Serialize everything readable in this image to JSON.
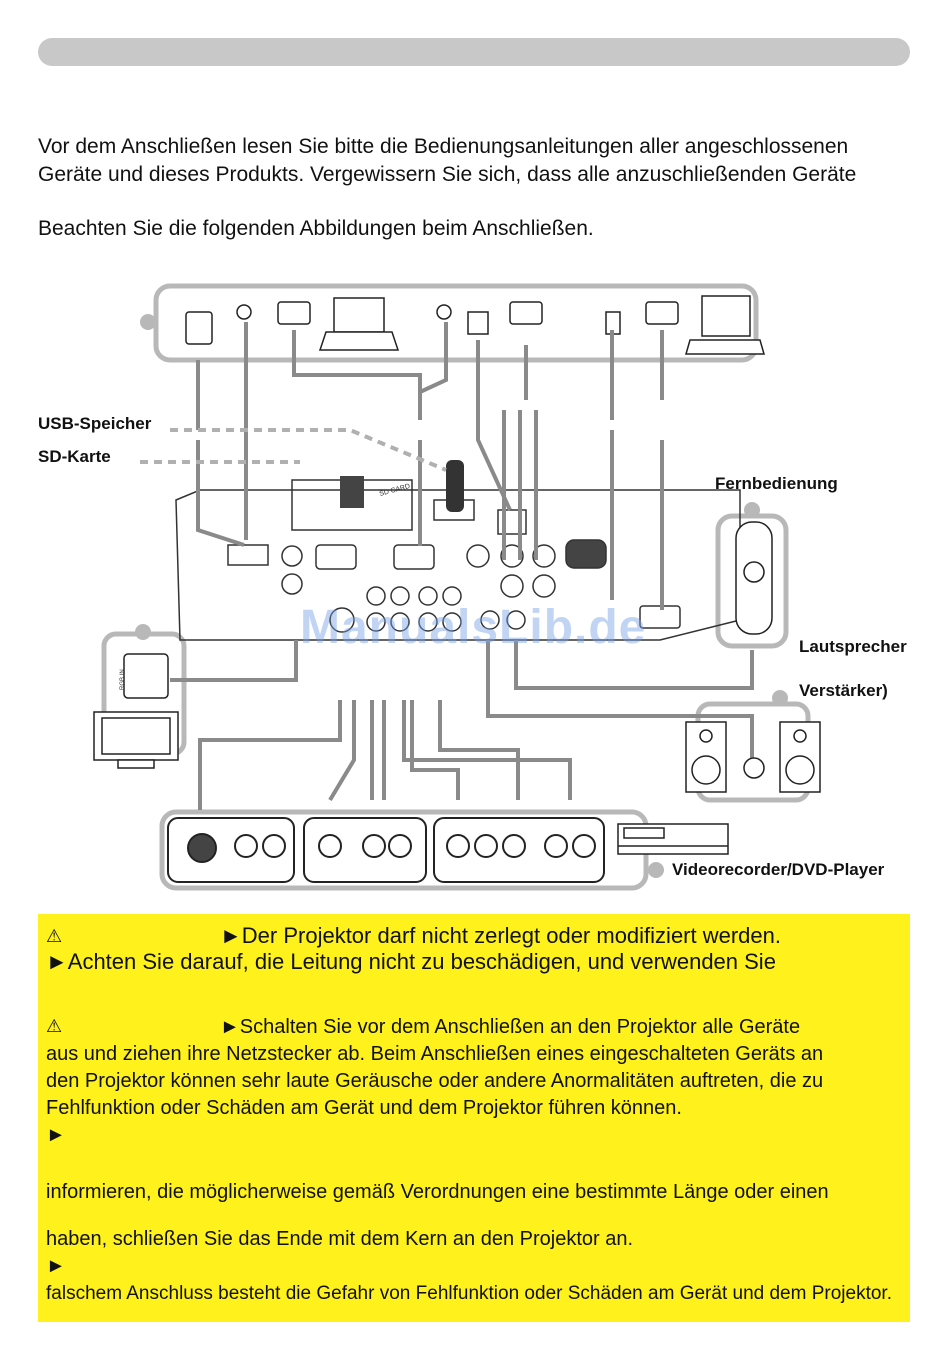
{
  "intro": {
    "line1": "Vor dem Anschließen lesen Sie bitte die Bedienungsanleitungen aller angeschlossenen",
    "line2": "Geräte und dieses Produkts. Vergewissern Sie sich, dass alle anzuschließenden Geräte",
    "line3": "Beachten Sie die folgenden Abbildungen beim Anschließen."
  },
  "diagram": {
    "labels": {
      "usb": "USB-Speicher",
      "sd": "SD-Karte",
      "remote": "Fernbedienung",
      "speaker": "Lautsprecher",
      "amp": "Verstärker)",
      "video": "Videorecorder/DVD-Player",
      "sd_card_text": "SD CARD",
      "rgb_in": "RGB IN"
    },
    "watermark": "ManualsLib.de"
  },
  "warnings": {
    "icon": "warning-triangle-icon",
    "w1_line1": "►Der Projektor darf nicht zerlegt oder modifiziert werden.",
    "w1_line2": "►Achten Sie darauf, die Leitung nicht zu beschädigen, und verwenden Sie",
    "w2_line1": "►Schalten Sie vor dem Anschließen an den Projektor alle Geräte",
    "w2_line2": "aus und ziehen ihre Netzstecker ab. Beim Anschließen eines eingeschalteten Geräts an",
    "w2_line3": "den Projektor können sehr laute Geräusche oder andere Anormalitäten auftreten, die zu",
    "w2_line4": "Fehlfunktion oder Schäden am Gerät und dem Projektor führen können.",
    "w3_arrow": "►",
    "w3_line2": "informieren, die möglicherweise gemäß Verordnungen eine bestimmte Länge oder einen",
    "w3_line3": "haben, schließen Sie das Ende mit dem Kern an den Projektor an.",
    "w4_arrow": "►",
    "w4_line2": "falschem Anschluss besteht die Gefahr von Fehlfunktion oder Schäden am Gerät und dem Projektor."
  }
}
